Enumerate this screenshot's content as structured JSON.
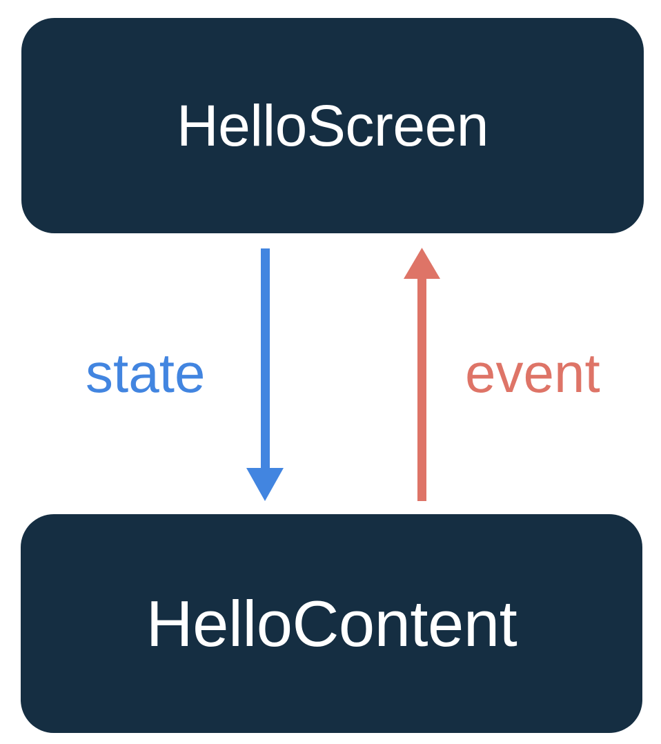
{
  "diagram": {
    "type": "unidirectional-data-flow",
    "background_color": "#FFFFFF",
    "node_fill_color": "#152E42",
    "node_text_color": "#FFFFFF",
    "nodes": [
      {
        "id": "hello-screen",
        "label": "HelloScreen",
        "role": "parent-composable"
      },
      {
        "id": "hello-content",
        "label": "HelloContent",
        "role": "child-composable"
      }
    ],
    "edges": [
      {
        "id": "state-edge",
        "label": "state",
        "from": "hello-screen",
        "to": "hello-content",
        "direction": "down",
        "color": "#4285E0"
      },
      {
        "id": "event-edge",
        "label": "event",
        "from": "hello-content",
        "to": "hello-screen",
        "direction": "up",
        "color": "#DE7467"
      }
    ]
  }
}
